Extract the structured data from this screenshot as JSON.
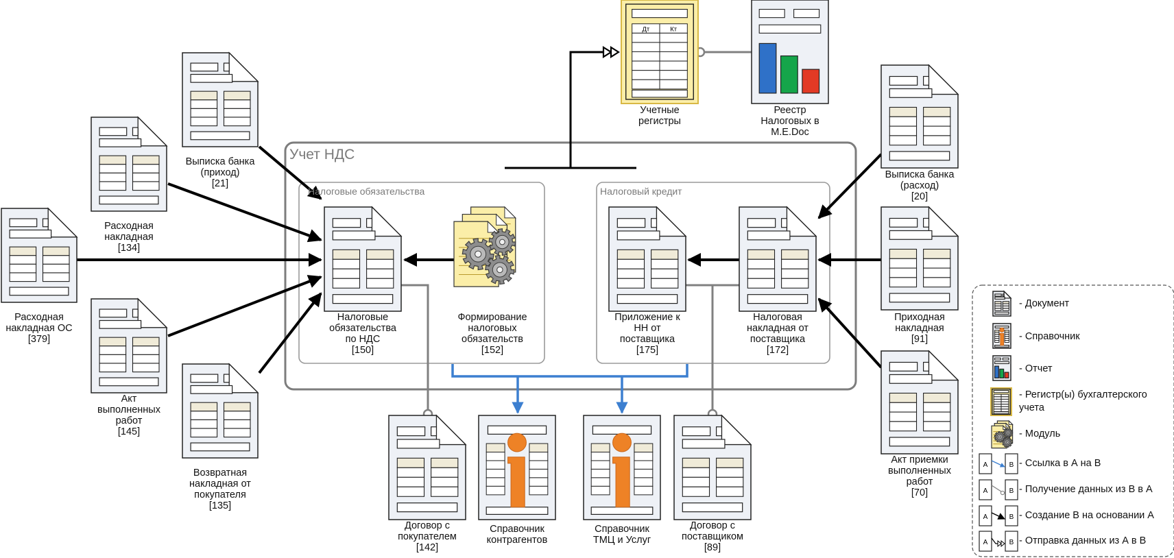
{
  "main_area": {
    "title": "Учет НДС"
  },
  "sub_areas": {
    "obligations": "Налоговые обязательства",
    "credit": "Налоговый кредит"
  },
  "nodes": {
    "bank_in": {
      "lines": [
        "Выписка банка",
        "(приход)",
        "[21]"
      ]
    },
    "sales_invoice": {
      "lines": [
        "Расходная",
        "накладная",
        "[134]"
      ]
    },
    "sales_fa": {
      "lines": [
        "Расходная",
        "накладная ОС",
        "[379]"
      ]
    },
    "act_works": {
      "lines": [
        "Акт",
        "выполненных",
        "работ",
        "[145]"
      ]
    },
    "return_inv": {
      "lines": [
        "Возвратная",
        "накладная от",
        "покупателя",
        "[135]"
      ]
    },
    "vat_oblig": {
      "lines": [
        "Налоговые",
        "обязательства",
        "по НДС",
        "[150]"
      ]
    },
    "form_oblig": {
      "lines": [
        "Формирование",
        "налоговых",
        "обязательств",
        "[152]"
      ]
    },
    "appendix_nn": {
      "lines": [
        "Приложение к",
        "НН от",
        "поставщика",
        "[175]"
      ]
    },
    "tax_invoice": {
      "lines": [
        "Налоговая",
        "накладная от",
        "поставщика",
        "[172]"
      ]
    },
    "bank_out": {
      "lines": [
        "Выписка банка",
        "(расход)",
        "[20]"
      ]
    },
    "receipt_inv": {
      "lines": [
        "Приходная",
        "накладная",
        "[91]"
      ]
    },
    "act_accept": {
      "lines": [
        "Акт приемки",
        "выполненных",
        "работ",
        "[70]"
      ]
    },
    "contract_buy": {
      "lines": [
        "Договор с",
        "покупателем",
        "[142]"
      ]
    },
    "ref_contr": {
      "lines": [
        "Справочник",
        "контрагентов"
      ]
    },
    "ref_goods": {
      "lines": [
        "Справочник",
        "ТМЦ и Услуг"
      ]
    },
    "contract_sup": {
      "lines": [
        "Договор с",
        "поставщиком",
        "[89]"
      ]
    },
    "registers": {
      "lines": [
        "Учетные",
        "регистры"
      ],
      "col_dt": "Дт",
      "col_kt": "Кт"
    },
    "reestr": {
      "lines": [
        "Реестр",
        "Налоговых в",
        "M.E.Doc"
      ]
    }
  },
  "legend": {
    "document": "- Документ",
    "directory": "- Справочник",
    "report": "- Отчет",
    "register_l1": "- Регистр(ы) бухгалтерского",
    "register_l2": "учета",
    "module": "- Модуль",
    "link": "- Ссылка в А на В",
    "get_data": "- Получение данных из В в А",
    "create": "- Создание В на основании А",
    "send": "- Отправка данных из А в В",
    "letter_a": "A",
    "letter_b": "B"
  },
  "colors": {
    "doc_fill": "#eef1f6",
    "doc_row": "#f0ebd8",
    "register_fill": "#fbeea8",
    "register_border": "#d8b845",
    "ref_orange": "#ee8226",
    "link_blue": "#3c7fd0",
    "frame_gray": "#7d7d7d",
    "chart_blue": "#2f71c8",
    "chart_green": "#15a54a",
    "chart_red": "#e23a25"
  }
}
